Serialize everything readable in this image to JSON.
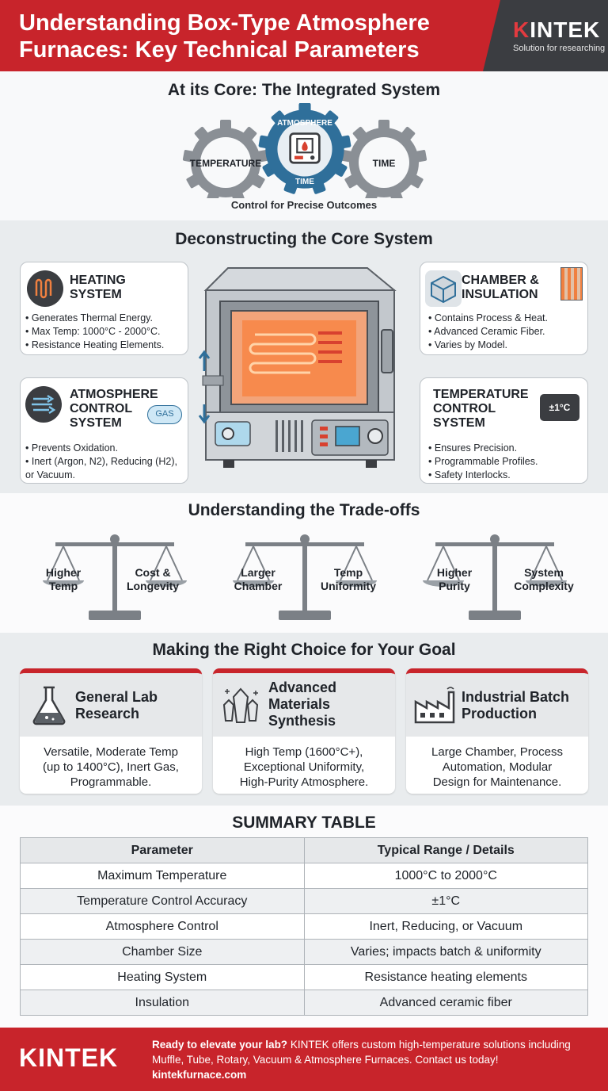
{
  "header": {
    "title": "Understanding Box-Type Atmosphere Furnaces: Key Technical Parameters",
    "brand": "KINTEK",
    "brand_first": "K",
    "brand_rest": "INTEK",
    "tagline": "Solution for researching"
  },
  "core": {
    "title": "At its Core: The Integrated System",
    "gears": {
      "left": "TEMPERATURE",
      "center_top": "ATMOSPHERE",
      "center_bottom": "TIME",
      "right": "TIME"
    },
    "caption": "Control for Precise Outcomes"
  },
  "deconstruct": {
    "title": "Deconstructing the Core System",
    "heating": {
      "title_line1": "HEATING",
      "title_line2": "SYSTEM",
      "points": [
        "Generates Thermal Energy.",
        "Max Temp: 1000°C - 2000°C.",
        "Resistance Heating Elements."
      ]
    },
    "chamber": {
      "title_line1": "CHAMBER &",
      "title_line2": "INSULATION",
      "points": [
        "Contains Process & Heat.",
        "Advanced Ceramic Fiber.",
        "Varies by Model."
      ]
    },
    "atmosphere": {
      "title_line1": "ATMOSPHERE",
      "title_line2": "CONTROL",
      "title_line3": "SYSTEM",
      "badge": "GAS",
      "points": [
        "Prevents Oxidation.",
        "Inert (Argon, N2), Reducing (H2), or Vacuum."
      ]
    },
    "temperature": {
      "title_line1": "TEMPERATURE",
      "title_line2": "CONTROL",
      "title_line3": "SYSTEM",
      "display": "±1°C",
      "points": [
        "Ensures Precision.",
        "Programmable Profiles.",
        "Safety Interlocks."
      ]
    }
  },
  "tradeoffs": {
    "title": "Understanding the Trade-offs",
    "scales": [
      {
        "left": [
          "Higher",
          "Temp"
        ],
        "right": [
          "Cost &",
          "Longevity"
        ]
      },
      {
        "left": [
          "Larger",
          "Chamber"
        ],
        "right": [
          "Temp",
          "Uniformity"
        ]
      },
      {
        "left": [
          "Higher",
          "Purity"
        ],
        "right": [
          "System",
          "Complexity"
        ]
      }
    ]
  },
  "choice": {
    "title": "Making the Right Choice for Your Goal",
    "cards": [
      {
        "title_lines": [
          "General Lab",
          "Research"
        ],
        "body_lines": [
          "Versatile, Moderate Temp",
          "(up to 1400°C), Inert Gas,",
          "Programmable."
        ]
      },
      {
        "title_lines": [
          "Advanced",
          "Materials",
          "Synthesis"
        ],
        "body_lines": [
          "High Temp (1600°C+),",
          "Exceptional Uniformity,",
          "High-Purity Atmosphere."
        ]
      },
      {
        "title_lines": [
          "Industrial Batch",
          "Production"
        ],
        "body_lines": [
          "Large Chamber, Process",
          "Automation, Modular",
          "Design for Maintenance."
        ]
      }
    ]
  },
  "summary": {
    "title": "SUMMARY TABLE",
    "headers": [
      "Parameter",
      "Typical Range / Details"
    ],
    "rows": [
      [
        "Maximum Temperature",
        "1000°C to 2000°C"
      ],
      [
        "Temperature Control Accuracy",
        "±1°C"
      ],
      [
        "Atmosphere Control",
        "Inert, Reducing, or Vacuum"
      ],
      [
        "Chamber Size",
        "Varies; impacts batch & uniformity"
      ],
      [
        "Heating System",
        "Resistance heating elements"
      ],
      [
        "Insulation",
        "Advanced ceramic fiber"
      ]
    ]
  },
  "footer": {
    "logo": "KINTEK",
    "cta_bold": "Ready to elevate your lab?",
    "cta_text": " KINTEK offers custom high-temperature solutions including Muffle, Tube, Rotary, Vacuum & Atmosphere Furnaces. Contact us today!",
    "url": "kintekfurnace.com"
  },
  "colors": {
    "brand_red": "#c8242b",
    "dark_panel": "#3b3d41",
    "accent_blue": "#2f6f9a"
  }
}
